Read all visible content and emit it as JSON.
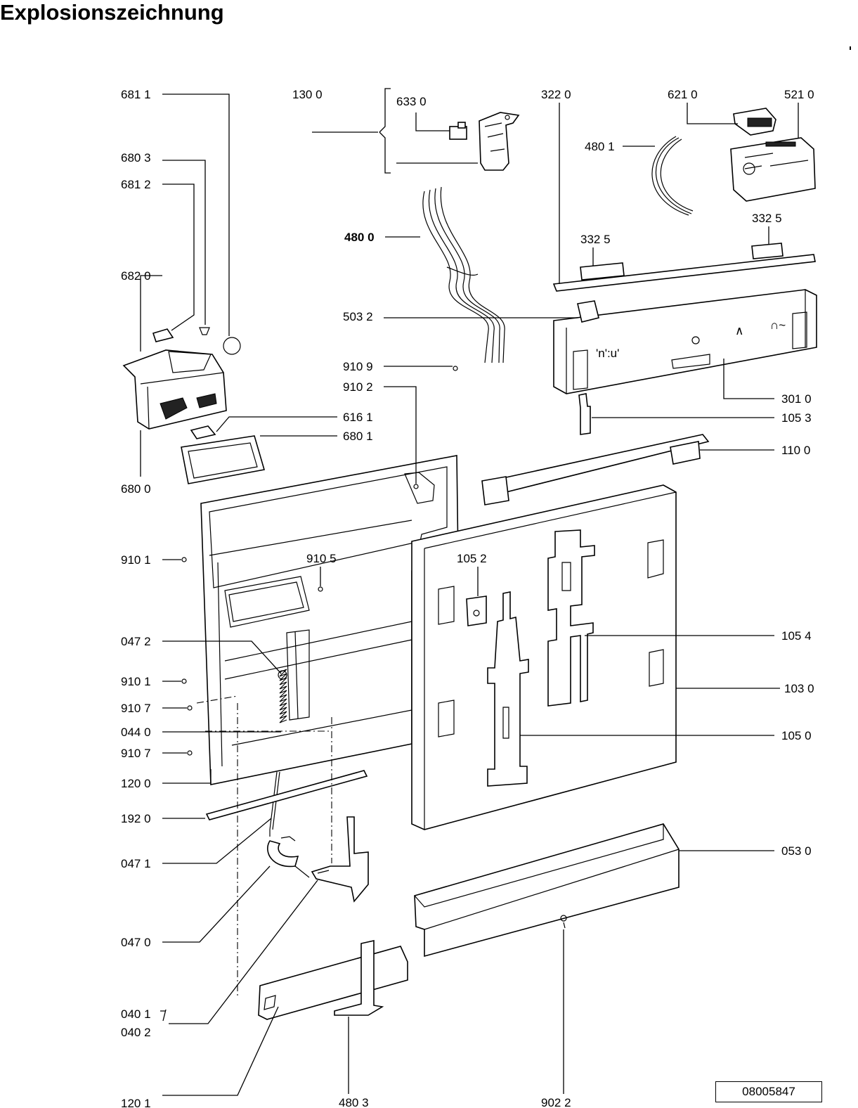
{
  "title": "Explosionszeichnung",
  "document_number": "08005847",
  "labels": {
    "l6811": "681 1",
    "l6803": "680 3",
    "l6812": "681 2",
    "l6820": "682 0",
    "l6161": "616 1",
    "l6801": "680 1",
    "l6800": "680 0",
    "l1300": "130 0",
    "l6330": "633 0",
    "l4800": "480 0",
    "l5032": "503 2",
    "l9109": "910 9",
    "l9102": "910 2",
    "l3220": "322 0",
    "l6210": "621 0",
    "l5210": "521 0",
    "l4801": "480 1",
    "l3325a": "332 5",
    "l3325b": "332 5",
    "l3010": "301 0",
    "l1053": "105 3",
    "l1100": "110 0",
    "l9101a": "910 1",
    "l9105": "910 5",
    "l1052": "105 2",
    "l0472": "047 2",
    "l1054": "105 4",
    "l1030": "103 0",
    "l9101b": "910 1",
    "l9107a": "910 7",
    "l0440": "044 0",
    "l1050": "105 0",
    "l9107b": "910 7",
    "l1200": "120 0",
    "l1920": "192 0",
    "l0471": "047 1",
    "l0530": "053 0",
    "l0470": "047 0",
    "l0401": "040 1",
    "l0402": "040 2",
    "l4803": "480 3",
    "l9022": "902 2",
    "l1201": "120 1"
  }
}
